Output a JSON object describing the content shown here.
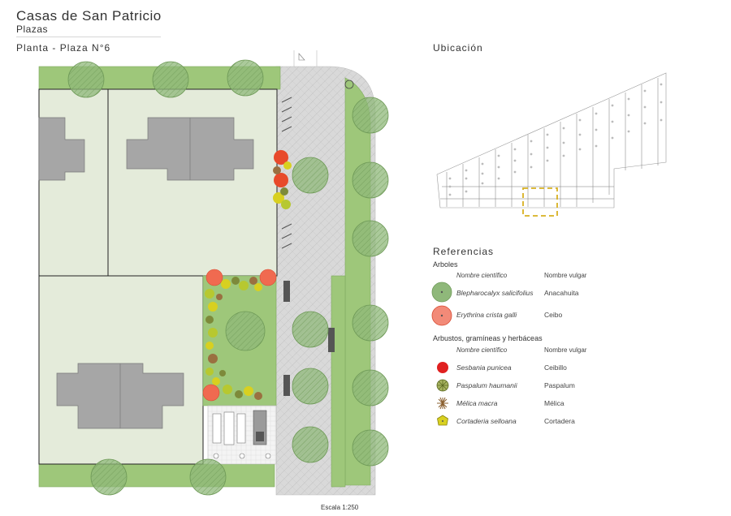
{
  "header": {
    "title": "Casas de San Patricio",
    "subtitle": "Plazas"
  },
  "plan": {
    "title": "Planta - Plaza N°6",
    "scale": "Escala 1:250"
  },
  "location": {
    "title": "Ubicación"
  },
  "references": {
    "title": "Referencias",
    "trees": {
      "group": "Arboles",
      "col_scientific": "Nombre científico",
      "col_common": "Nombre vulgar",
      "items": [
        {
          "scientific": "Blepharocalyx salicifolius",
          "common": "Anacahuita",
          "color": "#8fb87a"
        },
        {
          "scientific": "Erythrina crista galli",
          "common": "Ceibo",
          "color": "#f28a78"
        }
      ]
    },
    "shrubs": {
      "group": "Arbustos, gramíneas y herbáceas",
      "col_scientific": "Nombre científico",
      "col_common": "Nombre vulgar",
      "items": [
        {
          "scientific": "Sesbania punicea",
          "common": "Ceibillo",
          "color": "#e02020"
        },
        {
          "scientific": "Paspalum haumanii",
          "common": "Paspalum",
          "color": "#7d8a3a"
        },
        {
          "scientific": "Mélica macra",
          "common": "Mélica",
          "color": "#9a7040"
        },
        {
          "scientific": "Cortaderia selloana",
          "common": "Cortadera",
          "color": "#d8d020"
        }
      ]
    }
  },
  "colors": {
    "lot_fill": "#e4ebda",
    "grass": "#9ec77a",
    "paving": "#d9d9d9",
    "roof": "#a6a6a6",
    "tree_green": "#8fb87a",
    "tree_red": "#f06a50"
  }
}
